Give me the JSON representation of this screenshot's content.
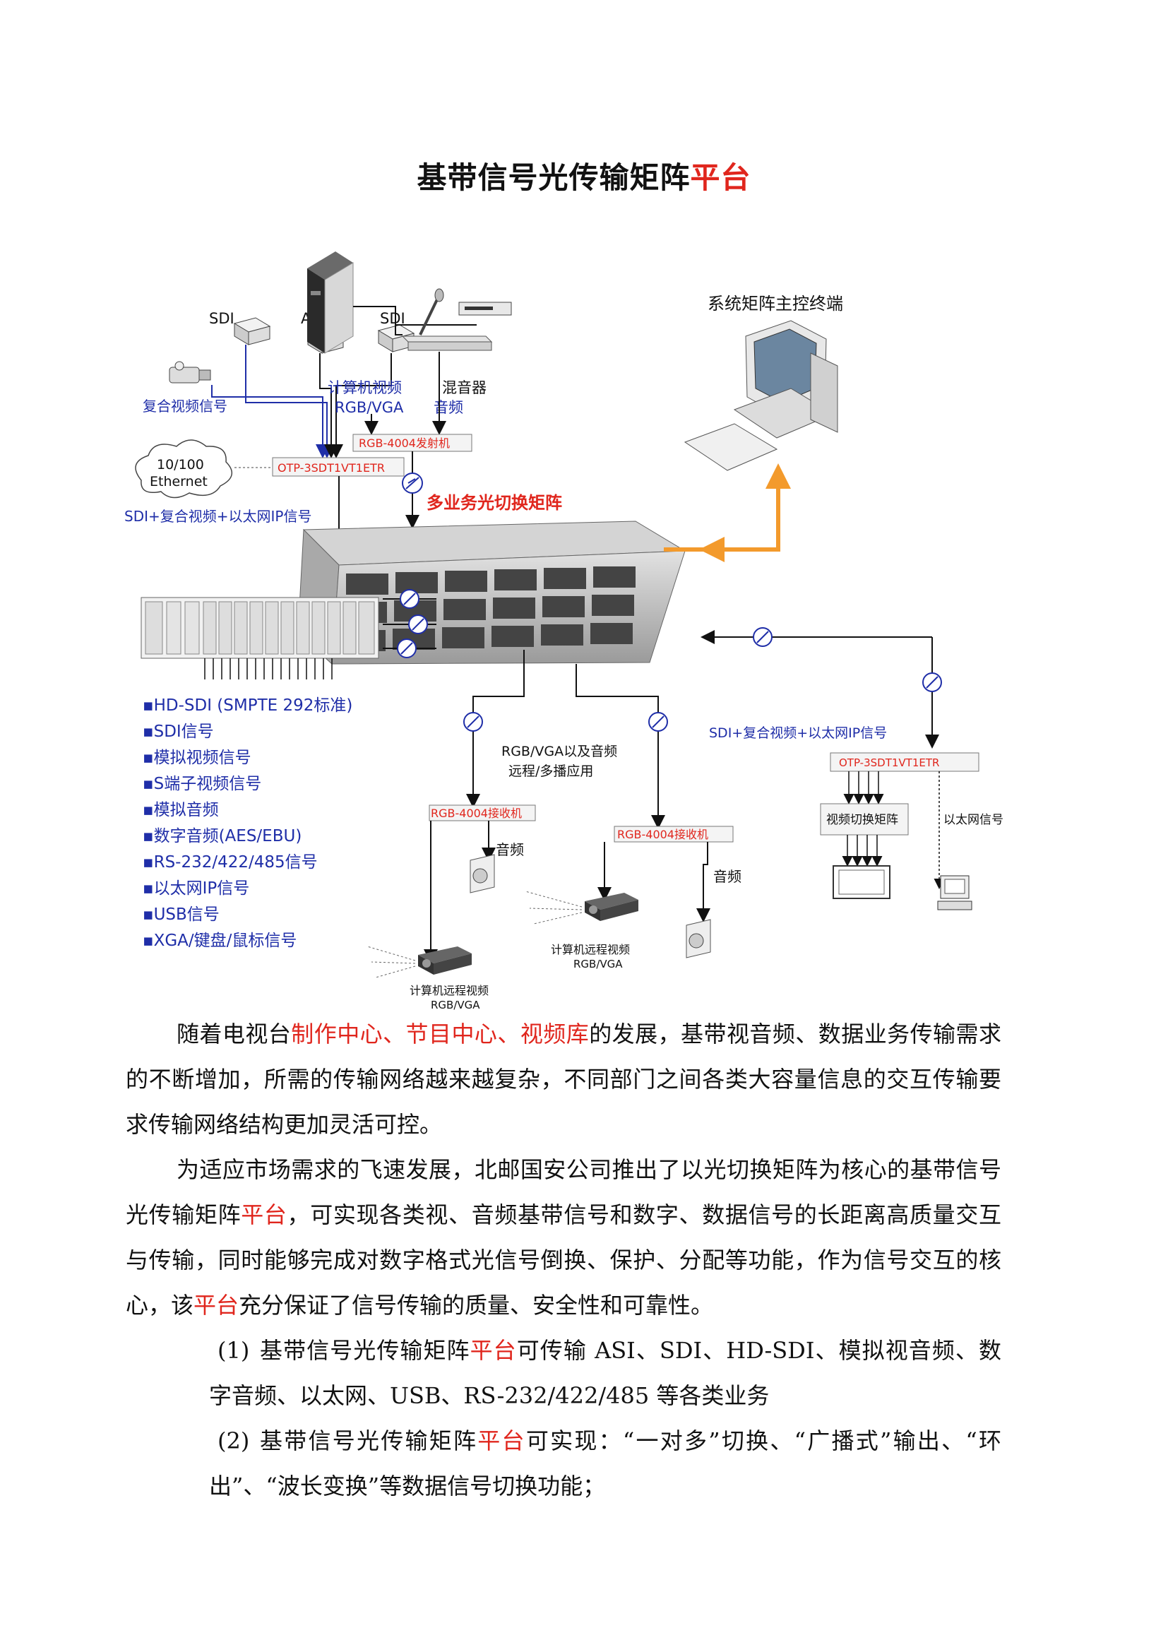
{
  "title": {
    "main": "基带信号光传输矩阵",
    "highlight": "平台"
  },
  "diagram": {
    "src_sdi1": "SDI",
    "src_asi": "ASI",
    "src_sdi2": "SDI",
    "composite_video": "复合视频信号",
    "ethernet_line1": "10/100",
    "ethernet_line2": "Ethernet",
    "otp_left": "OTP-3SDT1VT1ETR",
    "sdi_composite_eth_left": "SDI+复合视频+以太网IP信号",
    "computer_video": "计算机视频",
    "rgb_vga": "RGB/VGA",
    "mixer": "混音器",
    "audio": "音频",
    "rgb_tx": "RGB-4004发射机",
    "matrix": "多业务光切换矩阵",
    "control_terminal": "系统矩阵主控终端",
    "signal_list": [
      "▪HD-SDI (SMPTE 292标准)",
      "▪SDI信号",
      "▪模拟视频信号",
      "▪S端子视频信号",
      "▪模拟音频",
      "▪数字音频(AES/EBU)",
      "▪RS-232/422/485信号",
      "▪以太网IP信号",
      "▪USB信号",
      "▪XGA/键盘/鼠标信号"
    ],
    "rgb_audio_line1": "RGB/VGA以及音频",
    "rgb_audio_line2": "远程/多播应用",
    "rgb_rx1": "RGB-4004接收机",
    "rgb_rx2": "RGB-4004接收机",
    "audio_rx1": "音频",
    "audio_rx2": "音频",
    "remote_video1": "计算机远程视频",
    "remote_rgb1": "RGB/VGA",
    "remote_video2": "计算机远程视频",
    "remote_rgb2": "RGB/VGA",
    "sdi_composite_eth_right": "SDI+复合视频+以太网IP信号",
    "otp_right": "OTP-3SDT1VT1ETR",
    "video_switch": "视频切换矩阵",
    "eth_signal": "以太网信号"
  },
  "colors": {
    "red": "#e0261d",
    "blue": "#1f2ea8",
    "orange": "#f39a2c"
  },
  "para1": {
    "a": "随着电视台",
    "b": "制作中心、节目中心、视频库",
    "c": "的发展，基带视音频、数据业务传输需求的不断增加，所需的传输网络越来越复杂，不同部门之间各类大容量信息的交互传输要求传输网络结构更加灵活可控。"
  },
  "para2": {
    "a": "为适应市场需求的飞速发展，北邮国安公司推出了以光切换矩阵为核心的基带信号光传输矩阵",
    "b": "平台",
    "c": "，可实现各类视、音频基带信号和数字、数据信号的长距离高质量交互与传输，同时能够完成对数字格式光信号倒换、保护、分配等功能，作为信号交互的核心，该",
    "d": "平台",
    "e": "充分保证了信号传输的质量、安全性和可靠性。"
  },
  "item1": {
    "num": "(1)",
    "a": "基带信号光传输矩阵",
    "b": "平台",
    "c": "可传输 ASI、SDI、HD-SDI、模拟视音频、数字音频、以太网、USB、RS-232/422/485 等各类业务"
  },
  "item2": {
    "num": "(2)",
    "a": "基带信号光传输矩阵",
    "b": "平台",
    "c": "可实现：“一对多”切换、“广播式”输出、“环出”、“波长变换”等数据信号切换功能；"
  }
}
